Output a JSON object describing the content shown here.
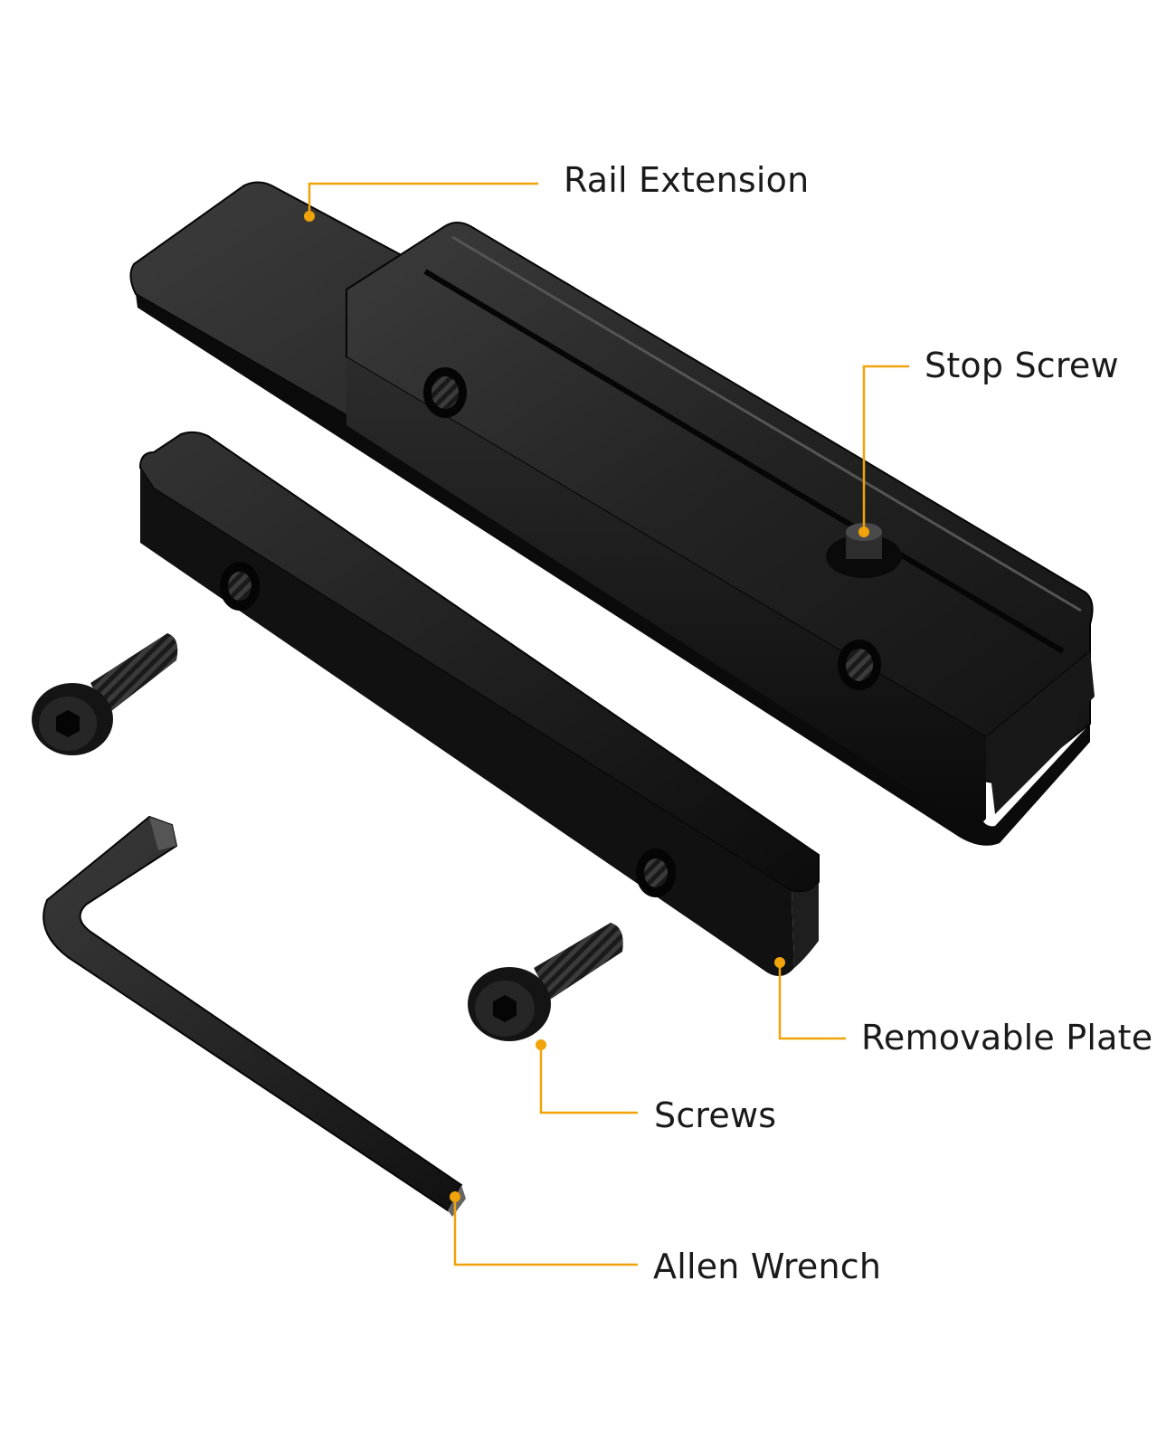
{
  "labels": {
    "rail_extension": "Rail Extension",
    "stop_screw": "Stop Screw",
    "removable_plate": "Removable Plate",
    "screws": "Screws",
    "allen_wrench": "Allen Wrench"
  },
  "colors": {
    "callout": "#f0a30a",
    "metal_dark": "#0e0e0e",
    "metal_mid": "#2a2a2a",
    "metal_light": "#4a4a4a",
    "background": "#ffffff"
  }
}
